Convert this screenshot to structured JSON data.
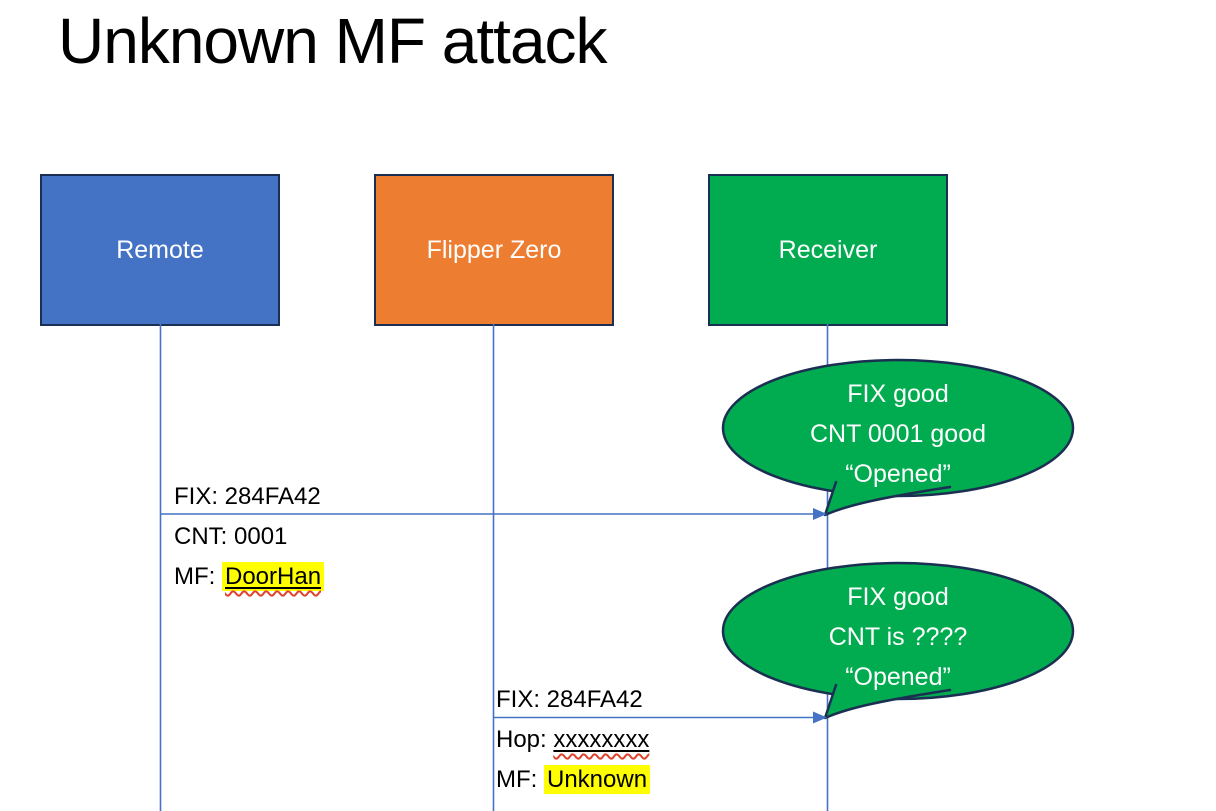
{
  "title": "Unknown MF attack",
  "actors": [
    {
      "id": "remote",
      "label": "Remote"
    },
    {
      "id": "flipper",
      "label": "Flipper Zero"
    },
    {
      "id": "receiver",
      "label": "Receiver"
    }
  ],
  "messages": [
    {
      "from": "Remote",
      "to": "Receiver",
      "line1": "FIX: 284FA42",
      "line2": "CNT: 0001",
      "line3_prefix": "MF: ",
      "line3_value": "DoorHan"
    },
    {
      "from": "Flipper Zero",
      "to": "Receiver",
      "line1": "FIX: 284FA42",
      "line2_prefix": "Hop: ",
      "line2_value": "xxxxxxxx",
      "line3_prefix": "MF: ",
      "line3_value": "Unknown"
    }
  ],
  "callouts": [
    {
      "lines": [
        "FIX good",
        "CNT 0001 good",
        "“Opened”"
      ]
    },
    {
      "lines": [
        "FIX good",
        "CNT is ????",
        "“Opened”"
      ]
    }
  ],
  "colors": {
    "remote_fill": "#4472C4",
    "flipper_fill": "#ED7D31",
    "receiver_fill": "#00AC4F",
    "callout_fill": "#00AC4F",
    "shape_border": "#1B2F52",
    "connector_blue": "#4472C4",
    "highlight": "#FFFF00",
    "squiggle": "#E0432D",
    "title_text": "#000000",
    "shape_text": "#FFFFFF"
  }
}
